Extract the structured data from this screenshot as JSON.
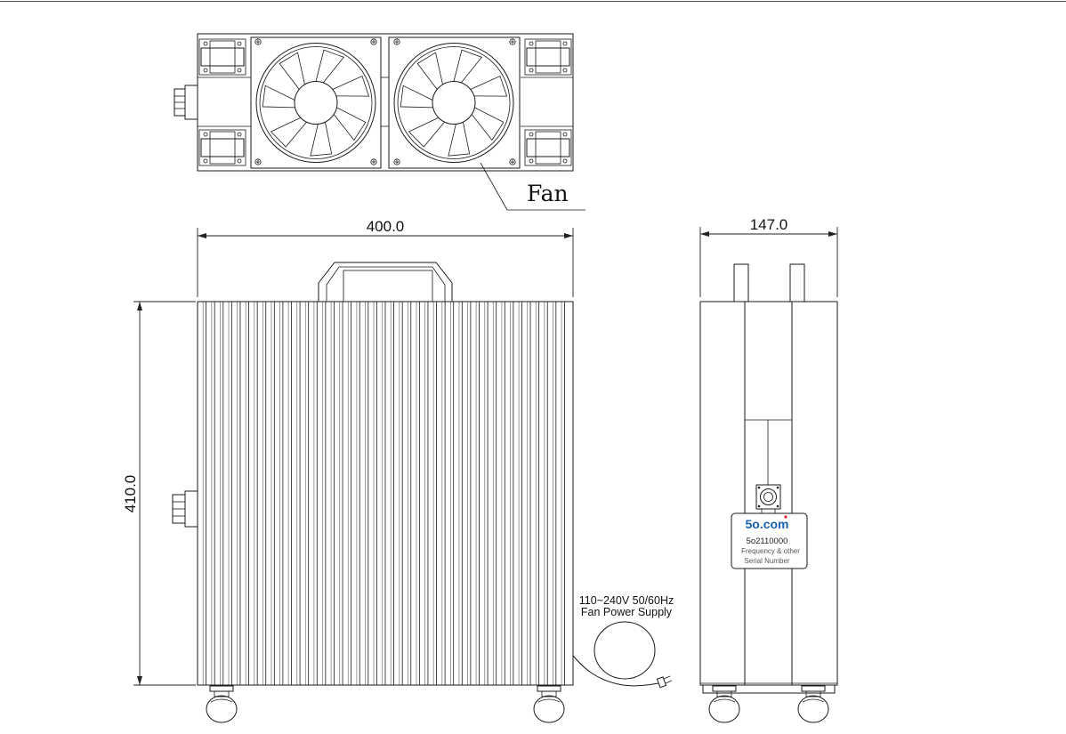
{
  "drawing": {
    "top_view": {
      "fan_label": "Fan"
    },
    "front_view": {
      "width_dimension": "400.0",
      "height_dimension": "410.0",
      "fin_count": 44
    },
    "side_view": {
      "width_dimension": "147.0",
      "product_label": {
        "brand": "5o.com",
        "model": "5o2110000",
        "line1": "Frequency & other",
        "line2": "Serial Number"
      }
    },
    "power_note": {
      "line1": "110~240V 50/60Hz",
      "line2": "Fan Power Supply"
    }
  },
  "colors": {
    "line": "#1a1a1a",
    "brand": "#1b5fb0",
    "brand_dot": "#d9232d"
  }
}
